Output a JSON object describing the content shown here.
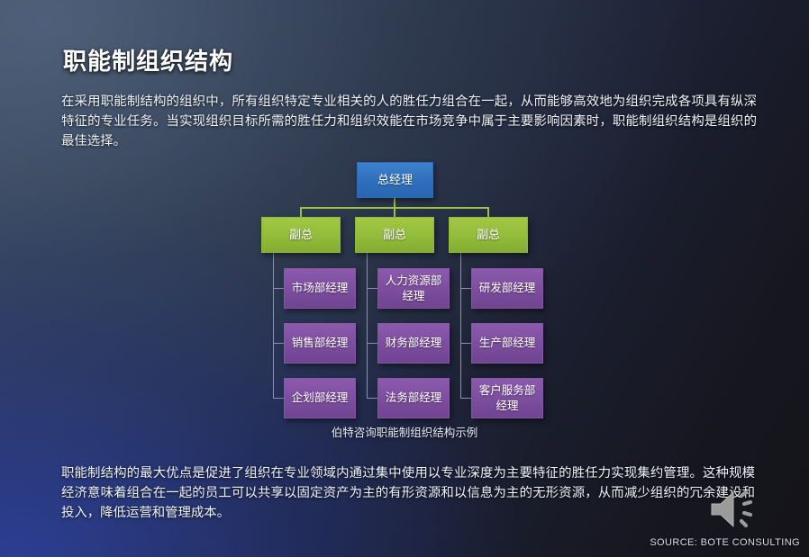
{
  "slide": {
    "title": "职能制组织结构",
    "intro_paragraph": "在采用职能制结构的组织中，所有组织特定专业相关的人的胜任力组合在一起，从而能够高效地为组织完成各项具有纵深特征的专业任务。当实现组织目标所需的胜任力和组织效能在市场竞争中属于主要影响因素时，职能制组织结构是组织的最佳选择。",
    "conclusion_paragraph": "职能制结构的最大优点是促进了组织在专业领域内通过集中使用以专业深度为主要特征的胜任力实现集约管理。这种规模经济意味着组合在一起的员工可以共享以固定资产为主的有形资源和以信息为主的无形资源，从而减少组织的冗余建设和投入，降低运营和管理成本。",
    "chart_caption": "伯特咨询职能制组织结构示例",
    "source_label": "SOURCE: BOTE CONSULTING",
    "speaker_icon_name": "speaker-icon"
  },
  "org_chart": {
    "top": {
      "label": "总经理"
    },
    "vps": [
      {
        "label": "副总"
      },
      {
        "label": "副总"
      },
      {
        "label": "副总"
      }
    ],
    "columns": [
      {
        "departments": [
          {
            "label": "市场部经理"
          },
          {
            "label": "销售部经理"
          },
          {
            "label": "企划部经理"
          }
        ]
      },
      {
        "departments": [
          {
            "label": "人力资源部经理"
          },
          {
            "label": "财务部经理"
          },
          {
            "label": "法务部经理"
          }
        ]
      },
      {
        "departments": [
          {
            "label": "研发部经理"
          },
          {
            "label": "生产部经理"
          },
          {
            "label": "客户服务部经理"
          }
        ]
      }
    ]
  },
  "colors": {
    "top_node": "#2f6fbd",
    "vp_node": "#94bd3c",
    "dept_node": "#7e4fa0",
    "connector_green": "#9dc24a",
    "connector_purple": "#9a86c4",
    "text": "#ffffff",
    "background_dark": "#16161f",
    "background_navy": "#2c3e96"
  }
}
